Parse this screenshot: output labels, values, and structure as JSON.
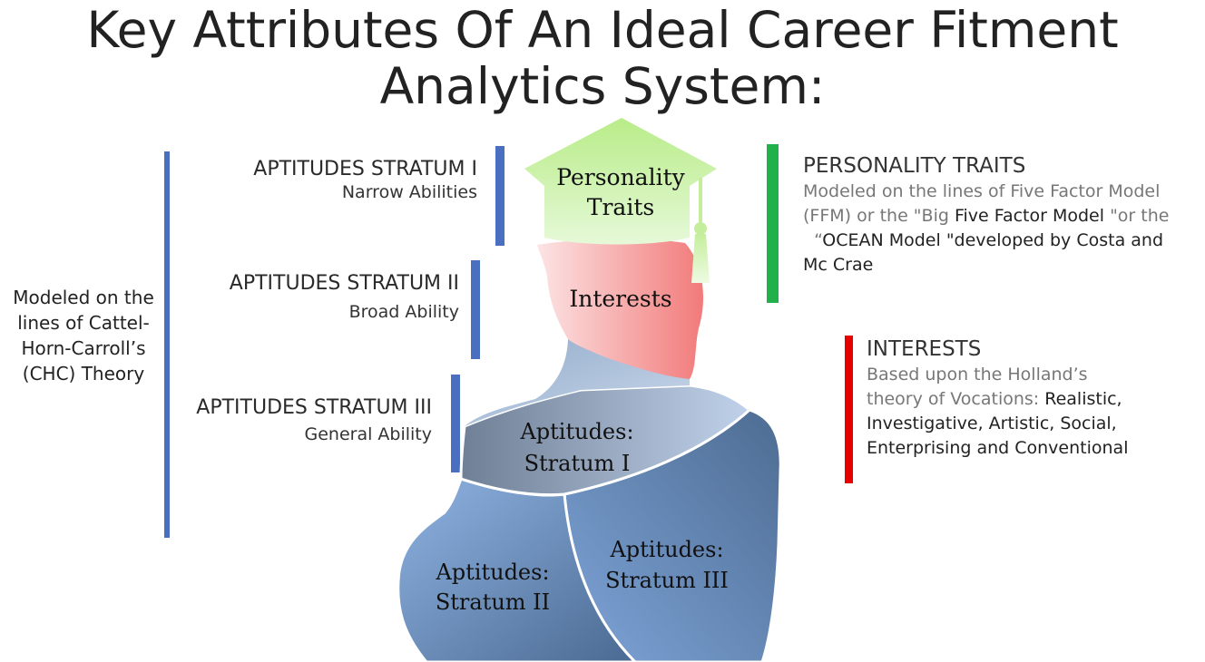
{
  "title": {
    "line1": "Key Attributes Of An Ideal Career Fitment",
    "line2": "Analytics System:"
  },
  "left_note": {
    "lines": [
      "Modeled on the",
      "lines of Cattel-",
      "Horn-Carroll’s",
      "(CHC) Theory"
    ]
  },
  "strata": [
    {
      "heading": "APTITUDES STRATUM I",
      "sub": "Narrow Abilities"
    },
    {
      "heading": "APTITUDES STRATUM II",
      "sub": "Broad Ability"
    },
    {
      "heading": "APTITUDES STRATUM III",
      "sub": "General Ability"
    }
  ],
  "figure_labels": {
    "cap_line1": "Personality",
    "cap_line2": "Traits",
    "head": "Interests",
    "chest_line1": "Aptitudes:",
    "chest_line2": "Stratum I",
    "left_line1": "Aptitudes:",
    "left_line2": "Stratum II",
    "right_line1": "Aptitudes:",
    "right_line2": "Stratum III"
  },
  "personality": {
    "heading": "PERSONALITY TRAITS",
    "line1": "Modeled on the lines of Five Factor Model",
    "line2_a": "(FFM) or the \"Big ",
    "line2_b": "Five Factor Model ",
    "line2_c": "\"or the",
    "line3_a": "  “",
    "line3_b": "OCEAN Model ",
    "line3_c": "\"developed by Costa and",
    "line4": "Mc Crae"
  },
  "interests": {
    "heading": "INTERESTS",
    "line1": "Based upon the Holland’s",
    "line2_a": "theory of Vocations: ",
    "line2_b": "Realistic,",
    "line3": "Investigative, Artistic, Social,",
    "line4": "Enterprising and Conventional"
  },
  "colors": {
    "blue_bar": "#4a6fc1",
    "green_bar": "#22b04b",
    "red_bar": "#e60000",
    "cap_green": "#c8f0a8",
    "head_red": "#f48f8f",
    "body_blue": "#6c8ec2"
  }
}
